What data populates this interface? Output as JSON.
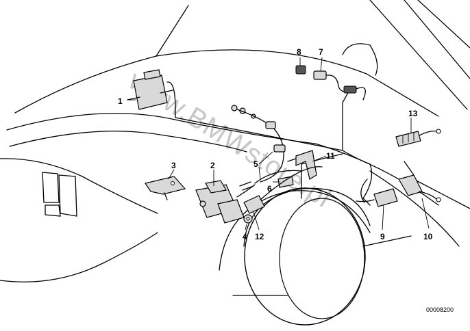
{
  "diagram": {
    "callouts": [
      "1",
      "2",
      "3",
      "4",
      "5",
      "6",
      "7",
      "8",
      "9",
      "10",
      "11",
      "12",
      "13"
    ],
    "drawing_code": "00008200",
    "watermark": "www.BMWstore.pl"
  }
}
